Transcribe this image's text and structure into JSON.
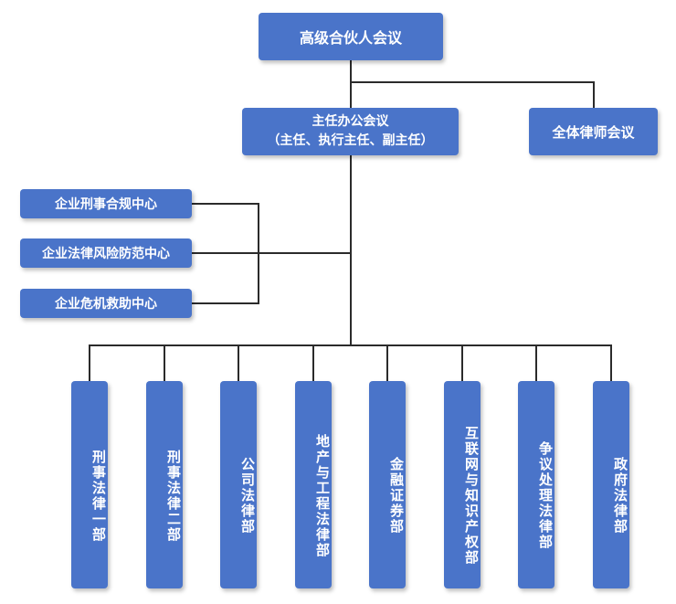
{
  "top": {
    "label": "高级合伙人会议"
  },
  "office": {
    "line1": "主任办公会议",
    "line2": "（主任、执行主任、副主任）"
  },
  "all_lawyers": {
    "label": "全体律师会议"
  },
  "centers": [
    {
      "label": "企业刑事合规中心"
    },
    {
      "label": "企业法律风险防范中心"
    },
    {
      "label": "企业危机救助中心"
    }
  ],
  "departments": [
    {
      "label": "刑事法律一部"
    },
    {
      "label": "刑事法律二部"
    },
    {
      "label": "公司法律部"
    },
    {
      "label": "地产与工程法律部"
    },
    {
      "label": "金融证券部"
    },
    {
      "label": "互联网与知识产权部"
    },
    {
      "label": "争议处理法律部"
    },
    {
      "label": "政府法律部"
    }
  ],
  "colors": {
    "box": "#4a74c9",
    "line": "#2b2b2b",
    "text": "#ffffff"
  }
}
